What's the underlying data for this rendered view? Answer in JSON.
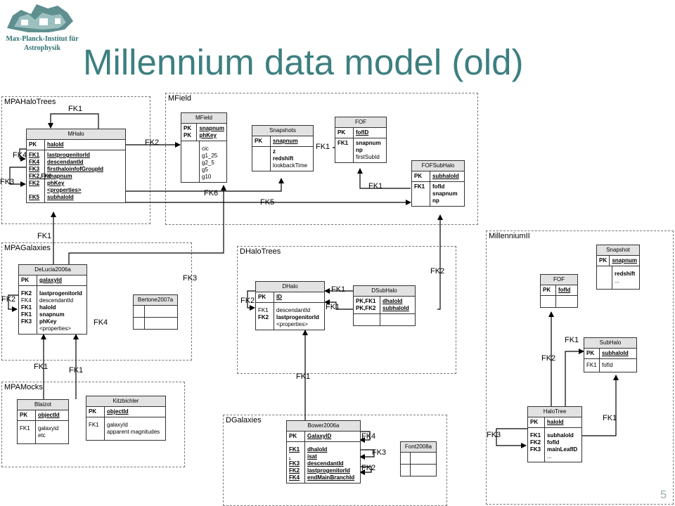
{
  "logo": {
    "line1": "Max-Planck-Institut für",
    "line2": "Astrophysik"
  },
  "title": "Millennium data model (old)",
  "page_number": "5",
  "groups": {
    "mpahalotrees": "MPAHaloTrees",
    "mfield": "MField",
    "mpagalaxies": "MPAGalaxies",
    "dhalotrees": "DHaloTrees",
    "mpamocks": "MPAMocks",
    "dgalaxies": "DGalaxies",
    "millennium2": "MillenniumII"
  },
  "tables": {
    "mhalo": {
      "title": "MHalo",
      "r1k": [
        "PK"
      ],
      "r1f": [
        "haloId"
      ],
      "r2k": [
        "FK1",
        "FK4",
        "FK3",
        "FK2,FK6",
        "FK2",
        "",
        "FK5"
      ],
      "r2f": [
        "lastprogenitorId",
        "descendantId",
        "firsthaloinfofGroupId",
        "snapnum",
        "phKey",
        "<properties>",
        "subhaloId"
      ]
    },
    "mfield": {
      "title": "MField",
      "r1k": [
        "PK",
        "PK"
      ],
      "r1f": [
        "snapnum",
        "phKey"
      ],
      "r2f": [
        "cic",
        "g1_25",
        "g2_5",
        "g5",
        "g10"
      ]
    },
    "snapshots": {
      "title": "Snapshots",
      "r1k": [
        "PK"
      ],
      "r1f": [
        "snapnum"
      ],
      "r2f": [
        "z",
        "redshift",
        "lookbackTime"
      ]
    },
    "fof": {
      "title": "FOF",
      "r1k": [
        "PK"
      ],
      "r1f": [
        "fofID"
      ],
      "r2k": [
        "FK1"
      ],
      "r2f": [
        "snapnum",
        "np",
        "firstSubId"
      ]
    },
    "fofsubhalo": {
      "title": "FOFSubHalo",
      "r1k": [
        "PK"
      ],
      "r1f": [
        "subhaloId"
      ],
      "r2k": [
        "FK1"
      ],
      "r2f": [
        "fofId",
        "snapnum",
        "np"
      ]
    },
    "delucia": {
      "title": "DeLucia2006a",
      "r1k": [
        "PK"
      ],
      "r1f": [
        "galaxyId"
      ],
      "r2k": [
        "FK2",
        "FK4",
        "FK1",
        "FK1",
        "FK3"
      ],
      "r2f": [
        "lastprogenitorId",
        "descendantId",
        "haloId",
        "snapnum",
        "phKey",
        "<properties>"
      ]
    },
    "bertone": {
      "title": "Bertone2007a"
    },
    "dhalo": {
      "title": "DHalo",
      "r1k": [
        "PK"
      ],
      "r1f": [
        "ID"
      ],
      "r2k": [
        "FK1",
        "FK2"
      ],
      "r2f": [
        "descendantId",
        "lastprogenitorId",
        "<properties>"
      ]
    },
    "dsubhalo": {
      "title": "DSubHalo",
      "r1k": [
        "PK,FK1",
        "PK,FK2"
      ],
      "r1f": [
        "dhaloId",
        "subhaloId"
      ]
    },
    "blaizot": {
      "title": "Blaizot",
      "r1k": [
        "PK"
      ],
      "r1f": [
        "objectId"
      ],
      "r2k": [
        "FK1"
      ],
      "r2f": [
        "galaxyid",
        "etc"
      ]
    },
    "kitzbichler": {
      "title": "Kitzbichler",
      "r1k": [
        "PK"
      ],
      "r1f": [
        "objectId"
      ],
      "r2k": [
        "FK1"
      ],
      "r2f": [
        "galaxyId",
        "apparent magnitudes"
      ]
    },
    "bower": {
      "title": "Bower2006a",
      "r1k": [
        "PK"
      ],
      "r1f": [
        "GalaxyID"
      ],
      "r2k": [
        "FK1",
        ".",
        "FK3",
        "FK2",
        "FK4"
      ],
      "r2f": [
        "dhaloId",
        "isat",
        "descendantId",
        "lastprogenitorId",
        "endMainBranchId"
      ]
    },
    "font": {
      "title": "Font2008a"
    },
    "snapshot2": {
      "title": "Snapshot",
      "r1k": [
        "PK"
      ],
      "r1f": [
        "snapnum"
      ],
      "r2f": [
        "redshift",
        "..."
      ]
    },
    "fof2": {
      "title": "FOF",
      "r1k": [
        "PK"
      ],
      "r1f": [
        "fofId"
      ]
    },
    "subhalo2": {
      "title": "SubHalo",
      "r1k": [
        "PK"
      ],
      "r1f": [
        "subhaloId"
      ],
      "r2k": [
        "FK1"
      ],
      "r2f": [
        "fofId"
      ]
    },
    "halotree": {
      "title": "HaloTree",
      "r1k": [
        "PK"
      ],
      "r1f": [
        "haloId"
      ],
      "r2k": [
        "FK1",
        "FK2",
        "FK3"
      ],
      "r2f": [
        "subhaloId",
        "fofId",
        "mainLeafID",
        "..."
      ]
    }
  },
  "edges": [
    "FK1",
    "FK2",
    "FK4",
    "FK3",
    "FK6",
    "FK5",
    "FK1",
    "FK1",
    "FK1",
    "FK2",
    "FK3",
    "FK2",
    "FK4",
    "FK1",
    "FK1",
    "FK2",
    "FK1",
    "FK1",
    "FK1",
    "FK1",
    "FK4",
    "FK3",
    "FK2",
    "FK1",
    "FK2",
    "FK1",
    "FK3"
  ]
}
